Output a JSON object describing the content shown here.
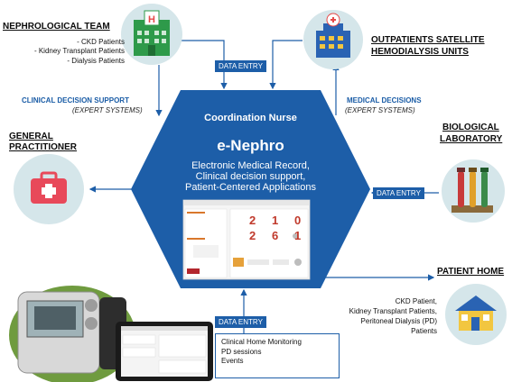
{
  "nephro_team": {
    "title": "NEPHROLOGICAL TEAM",
    "items": [
      "- CKD Patients",
      "- Kidney Transplant Patients",
      "- Dialysis Patients"
    ]
  },
  "outpatients": {
    "title_line1": "OUTPATIENTS SATELLITE",
    "title_line2": "HEMODIALYSIS UNITS"
  },
  "clinical_decision": {
    "title": "CLINICAL DECISION SUPPORT",
    "subtitle": "(EXPERT SYSTEMS)"
  },
  "medical_decisions": {
    "title": "MEDICAL DECISIONS",
    "subtitle": "(EXPERT SYSTEMS)"
  },
  "general_practitioner": {
    "line1": "GENERAL",
    "line2": "PRACTITIONER"
  },
  "biological_lab": {
    "line1": "BIOLOGICAL",
    "line2": "LABORATORY"
  },
  "patient_home": {
    "title": "PATIENT HOME",
    "lines": [
      "CKD Patient,",
      "Kidney Transplant Patients,",
      "Peritoneal Dialysis (PD)",
      "Patients"
    ]
  },
  "hub": {
    "coordinator": "Coordination Nurse",
    "name": "e-Nephro",
    "lines": [
      "Electronic Medical Record,",
      "Clinical decision support,",
      "Patient-Centered Applications"
    ]
  },
  "data_entry_label": "DATA ENTRY",
  "home_monitoring": [
    "Clinical Home Monitoring",
    "PD sessions",
    "Events"
  ],
  "screen_digits": [
    "2",
    "1",
    "0",
    "2",
    "6",
    "1"
  ],
  "colors": {
    "accent": "#1d5ea8",
    "circle_bg": "#d5e6ea",
    "heading": "#1a5ca6"
  }
}
